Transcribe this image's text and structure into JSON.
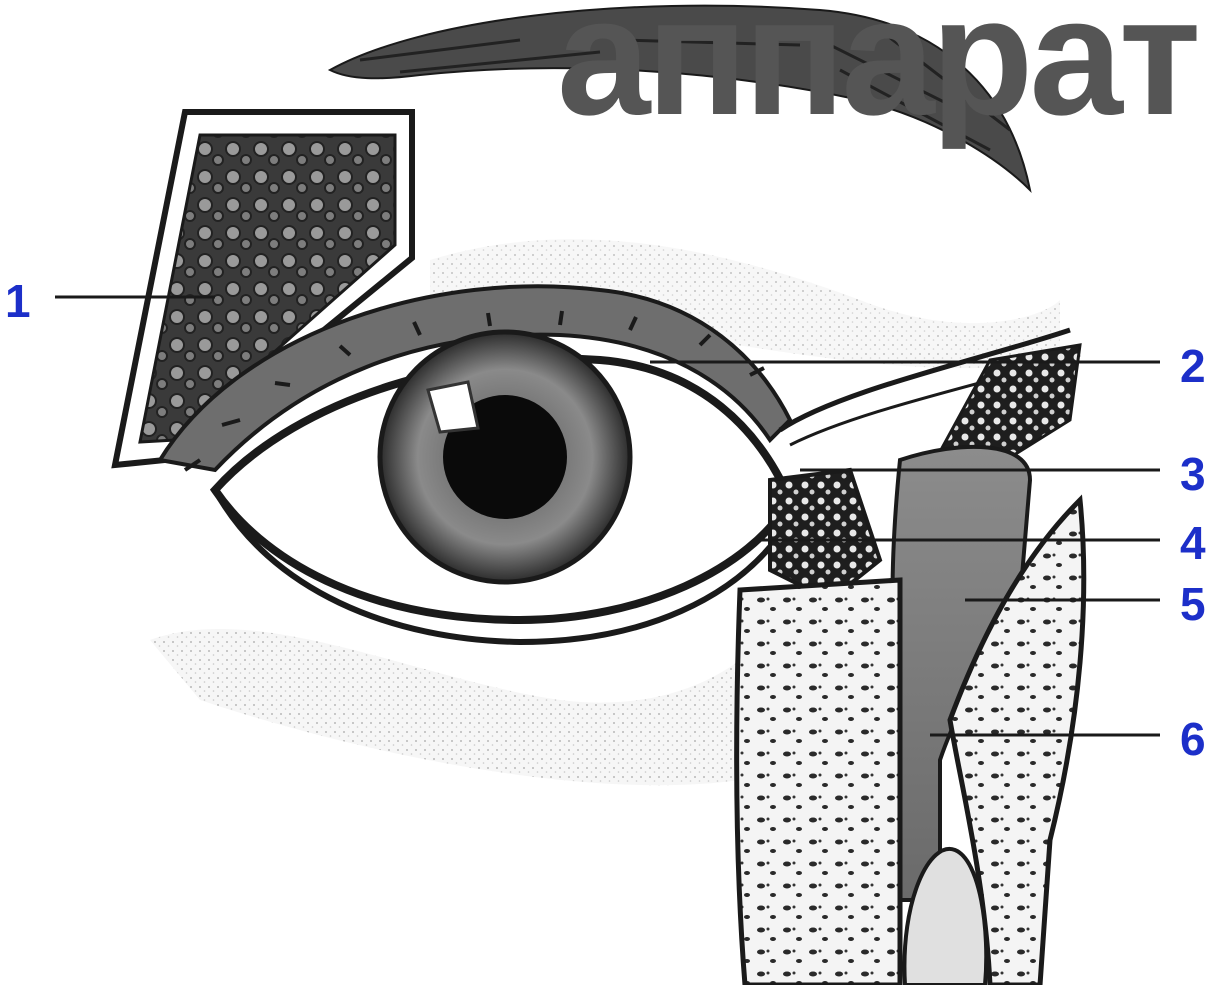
{
  "title": "аппарат",
  "colors": {
    "title": "#555555",
    "callout_number": "#1c2fc9",
    "ink": "#1a1a1a",
    "skin_shade": "#c8c8c8"
  },
  "callouts": [
    {
      "id": "1",
      "label": "1"
    },
    {
      "id": "2",
      "label": "2"
    },
    {
      "id": "3",
      "label": "3"
    },
    {
      "id": "4",
      "label": "4"
    },
    {
      "id": "5",
      "label": "5"
    },
    {
      "id": "6",
      "label": "6"
    }
  ]
}
